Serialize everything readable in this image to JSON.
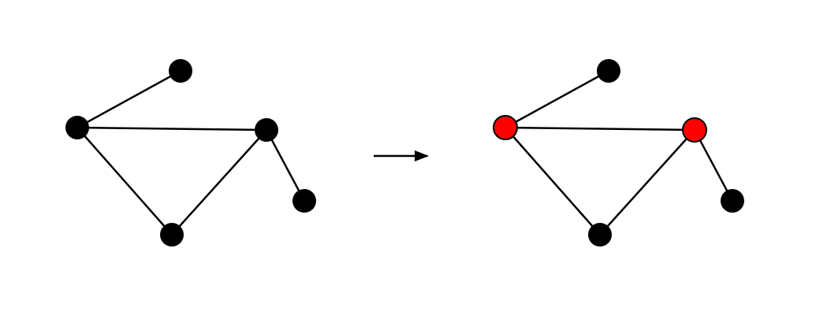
{
  "colors": {
    "background": "#ffffff",
    "edge": "#000000",
    "node_default": "#000000",
    "node_highlight": "#ff0000",
    "arrow": "#000000"
  },
  "graph": {
    "nodes": [
      "a",
      "b",
      "c",
      "d",
      "e"
    ],
    "edges": [
      [
        "a",
        "b"
      ],
      [
        "b",
        "c"
      ],
      [
        "b",
        "d"
      ],
      [
        "c",
        "d"
      ],
      [
        "c",
        "e"
      ]
    ]
  },
  "panels": [
    {
      "name": "before-graph",
      "highlighted": []
    },
    {
      "name": "after-graph",
      "highlighted": [
        "b",
        "c"
      ]
    }
  ],
  "arrow": {
    "icon": "right-arrow-icon"
  }
}
